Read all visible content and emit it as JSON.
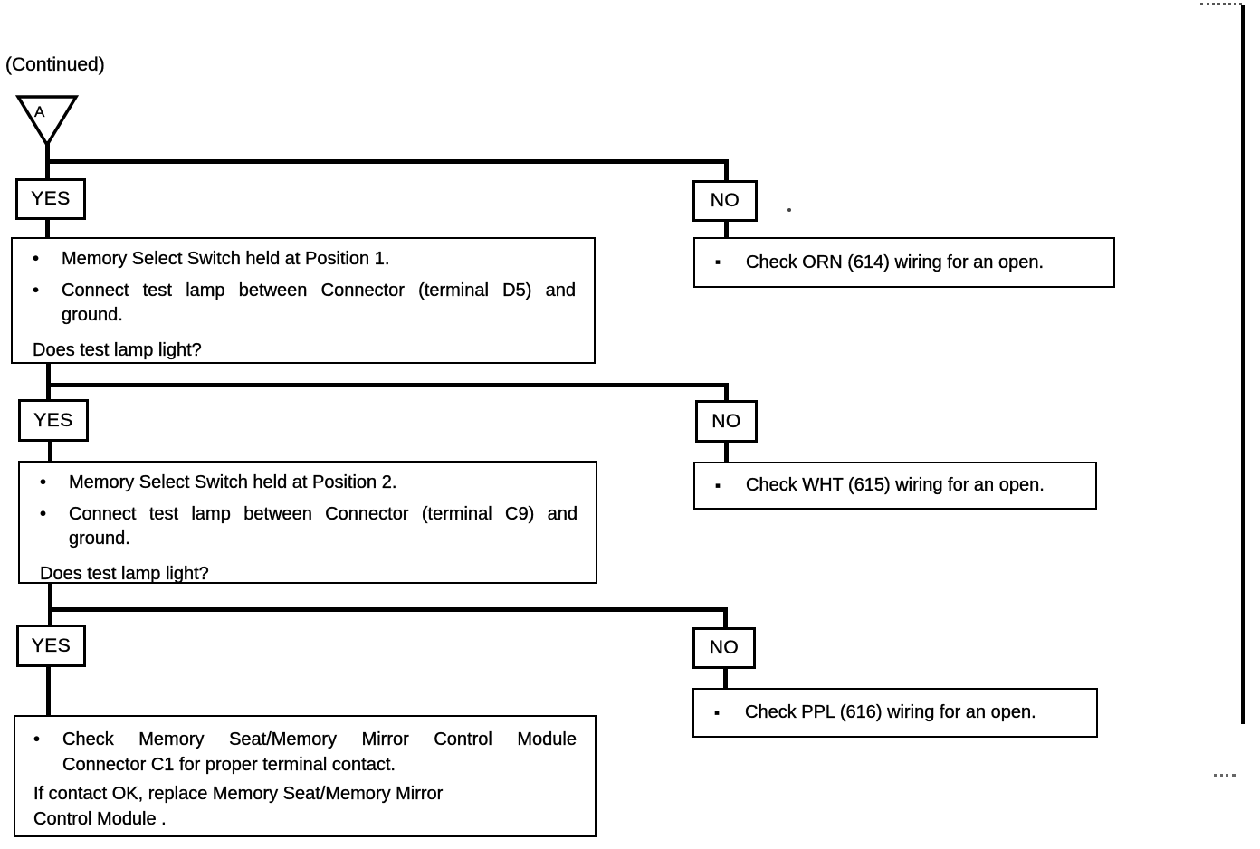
{
  "page": {
    "continued_label": "(Continued)",
    "connector_label": "A"
  },
  "steps": [
    {
      "yes": "YES",
      "no": "NO",
      "yes_box": {
        "bullet1": "Memory Select Switch held at Position 1.",
        "bullet2_line1": "Connect test lamp between Connector (terminal D5) and",
        "bullet2_line2": "ground.",
        "question": "Does test lamp light?"
      },
      "no_box": "Check ORN (614) wiring for an open."
    },
    {
      "yes": "YES",
      "no": "NO",
      "yes_box": {
        "bullet1": "Memory Select Switch held at Position 2.",
        "bullet2_line1": "Connect test lamp between Connector (terminal C9) and",
        "bullet2_line2": "ground.",
        "question": "Does test lamp light?"
      },
      "no_box": "Check WHT (615) wiring for an open."
    },
    {
      "yes": "YES",
      "no": "NO",
      "yes_box": {
        "bullet1_line1": "Check Memory Seat/Memory Mirror Control Module",
        "bullet1_line2": "Connector C1 for proper terminal contact.",
        "footer_line1": "If contact OK, replace Memory Seat/Memory Mirror",
        "footer_line2": "Control Module ."
      },
      "no_box": "Check PPL (616) wiring for an open."
    }
  ]
}
